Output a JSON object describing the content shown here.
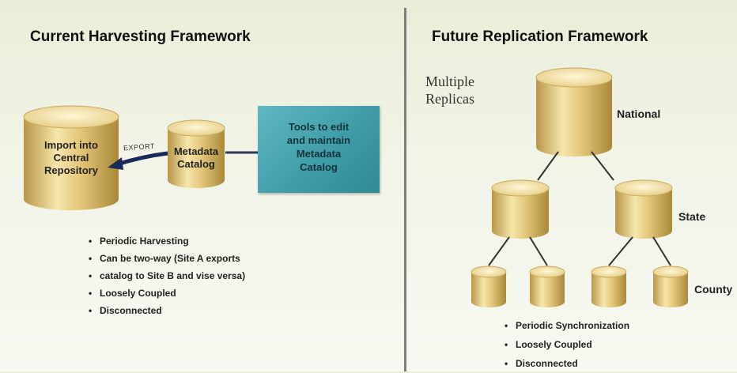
{
  "left": {
    "title": "Current Harvesting Framework",
    "repository_label_lines": [
      "Import into",
      "Central",
      "Repository"
    ],
    "catalog_label_lines": [
      "Metadata",
      "Catalog"
    ],
    "export_label": "EXPORT",
    "tools_lines": [
      "Tools to edit",
      "and maintain",
      "Metadata",
      "Catalog"
    ],
    "bullets": [
      "Periodic Harvesting",
      "Can be two-way (Site A exports",
      "catalog to Site B and vise versa)",
      "Loosely Coupled",
      "Disconnected"
    ]
  },
  "right": {
    "title": "Future Replication Framework",
    "replicas_lines": [
      "Multiple",
      "Replicas"
    ],
    "levels": {
      "national": "National",
      "state": "State",
      "county": "County"
    },
    "bullets": [
      "Periodic Synchronization",
      "Loosely Coupled",
      "Disconnected"
    ]
  },
  "colors": {
    "cylinder_gold": "#d8b868",
    "cylinder_highlight": "#fbf0c2",
    "tools_teal": "#4aa8b3",
    "arrow_navy": "#1b2a5a",
    "divider": "#7d7d7d"
  }
}
